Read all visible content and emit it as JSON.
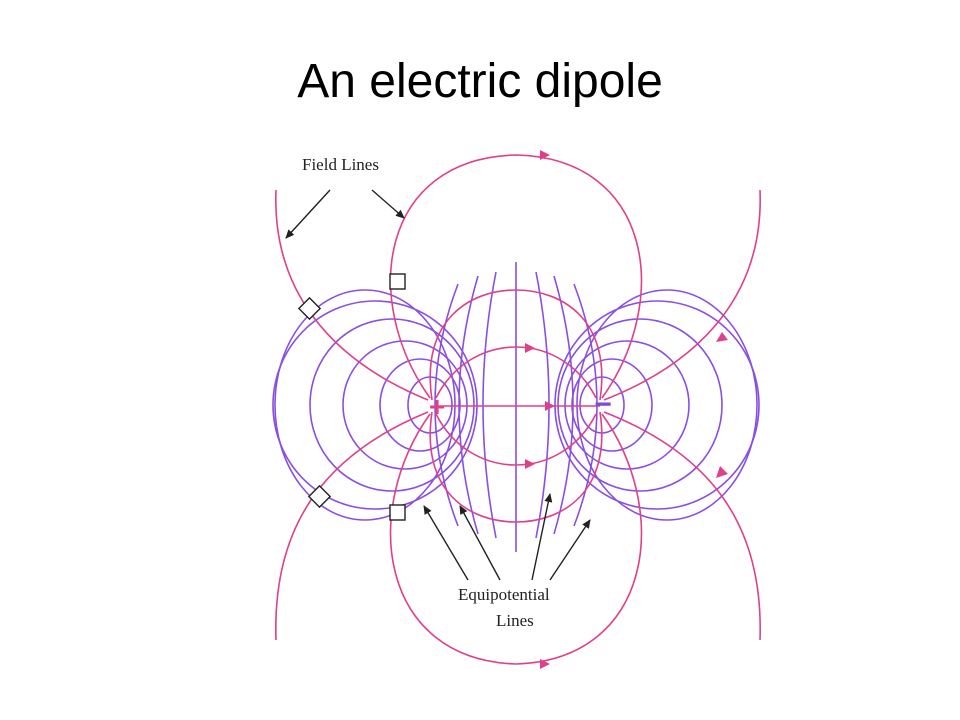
{
  "slide": {
    "title": "An electric dipole"
  },
  "diagram": {
    "field_lines_label": "Field Lines",
    "equipotential_label_line1": "Equipotential",
    "equipotential_label_line2": "Lines",
    "positive_symbol": "+",
    "negative_symbol": "−"
  },
  "colors": {
    "field_line": "#e0408a",
    "equipotential": "#8a4fe0",
    "positive_charge": "#e0408a",
    "negative_charge": "#7a4fd0",
    "annotation": "#222222"
  }
}
